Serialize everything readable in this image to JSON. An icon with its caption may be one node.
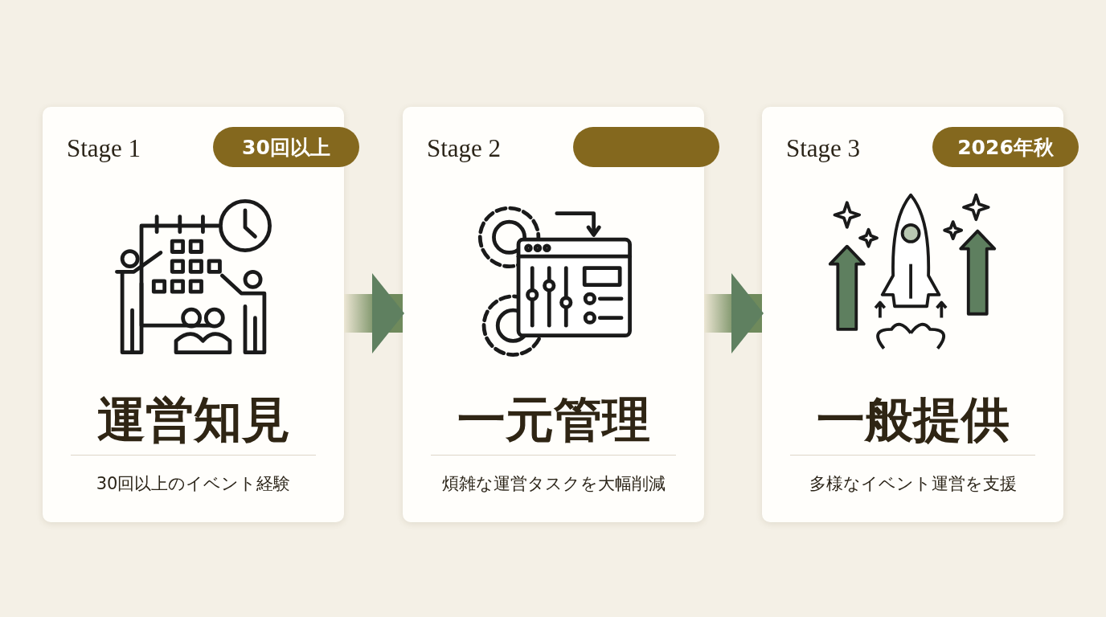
{
  "diagram": {
    "nodes": [
      {
        "text": [
          "Stage 1",
          "運営知見",
          "30回以上のイベント経験"
        ]
      },
      {
        "text": [
          "30回以上"
        ],
        "in": 0
      },
      {
        "text": [
          "Stage 2",
          "一元管理",
          "煩雑な運営タスクを大幅削減"
        ]
      },
      {
        "text": [],
        "shape": "box",
        "in": 2
      },
      {
        "text": [
          "Stage 3",
          "一般提供",
          "多様なイベント運営を支援"
        ]
      },
      {
        "text": [
          "2026年秋"
        ],
        "in": 4
      }
    ],
    "edges": [
      {
        "from": 0,
        "to": 2,
        "arrow": "to"
      },
      {
        "from": 2,
        "to": 4,
        "arrow": "to"
      }
    ]
  }
}
